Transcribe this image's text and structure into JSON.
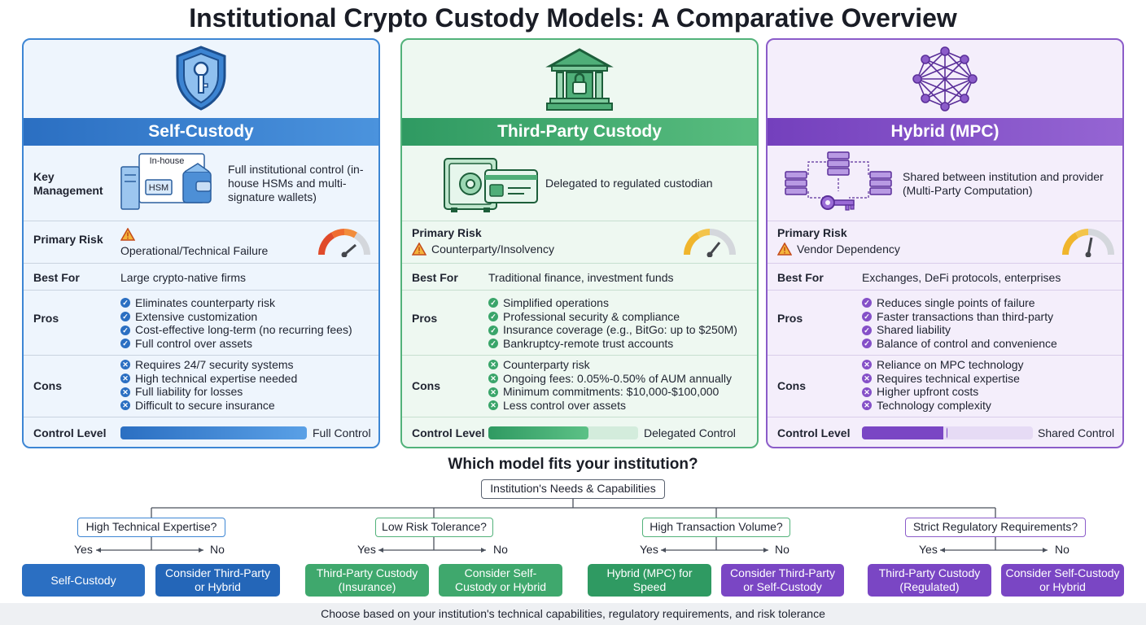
{
  "title": "Institutional Crypto Custody Models: A Comparative Overview",
  "row_labels": {
    "key_management": "Key\nManagement",
    "primary_risk": "Primary Risk",
    "best_for": "Best For",
    "pros": "Pros",
    "cons": "Cons",
    "control_level": "Control Level"
  },
  "cards": [
    {
      "name": "Self-Custody",
      "accent": "#2b6fc2",
      "diagram_labels": {
        "inhouse": "In-house",
        "hsm": "HSM"
      },
      "key_management": "Full institutional control (in-house HSMs and multi-signature wallets)",
      "primary_risk": "Operational/Technical Failure",
      "best_for": "Large crypto-native firms",
      "pros": [
        "Eliminates counterparty risk",
        "Extensive customization",
        "Cost-effective long-term (no recurring fees)",
        "Full control over assets"
      ],
      "cons": [
        "Requires 24/7 security systems",
        "High technical expertise needed",
        "Full liability for losses",
        "Difficult to secure insurance"
      ],
      "control_level": 1.0,
      "control_label": "Full Control"
    },
    {
      "name": "Third-Party Custody",
      "accent": "#2f9a62",
      "key_management": "Delegated to regulated custodian",
      "primary_risk": "Counterparty/Insolvency",
      "best_for": "Traditional finance, investment funds",
      "pros": [
        "Simplified operations",
        "Professional security & compliance",
        "Insurance coverage (e.g., BitGo: up to $250M)",
        "Bankruptcy-remote trust accounts"
      ],
      "cons": [
        "Counterparty risk",
        "Ongoing fees: 0.05%-0.50% of AUM annually",
        "Minimum commitments: $10,000-$100,000",
        "Less control over assets"
      ],
      "control_level": 0.67,
      "control_label": "Delegated Control"
    },
    {
      "name": "Hybrid (MPC)",
      "accent": "#7440bd",
      "key_management": "Shared between institution and provider (Multi-Party Computation)",
      "primary_risk": "Vendor Dependency",
      "best_for": "Exchanges, DeFi protocols, enterprises",
      "pros": [
        "Reduces single points of failure",
        "Faster transactions than third-party",
        "Shared liability",
        "Balance of control and convenience"
      ],
      "cons": [
        "Reliance on MPC technology",
        "Requires technical expertise",
        "Higher upfront costs",
        "Technology complexity"
      ],
      "control_level": 0.5,
      "control_label": "Shared Control"
    }
  ],
  "decision": {
    "question": "Which model fits your institution?",
    "root": "Institution's Needs & Capabilities",
    "yes": "Yes",
    "no": "No",
    "branches": [
      {
        "question": "High Technical Expertise?",
        "yes_outcome": "Self-Custody",
        "no_outcome": "Consider Third-Party or Hybrid"
      },
      {
        "question": "Low Risk Tolerance?",
        "yes_outcome": "Third-Party Custody (Insurance)",
        "no_outcome": "Consider Self-Custody or Hybrid"
      },
      {
        "question": "High Transaction Volume?",
        "yes_outcome": "Hybrid (MPC) for Speed",
        "no_outcome": "Consider Third-Party or Self-Custody"
      },
      {
        "question": "Strict Regulatory Requirements?",
        "yes_outcome": "Third-Party Custody (Regulated)",
        "no_outcome": "Consider Self-Custody or Hybrid"
      }
    ]
  },
  "footer": "Choose based on your institution's technical capabilities, regulatory requirements, and risk tolerance"
}
